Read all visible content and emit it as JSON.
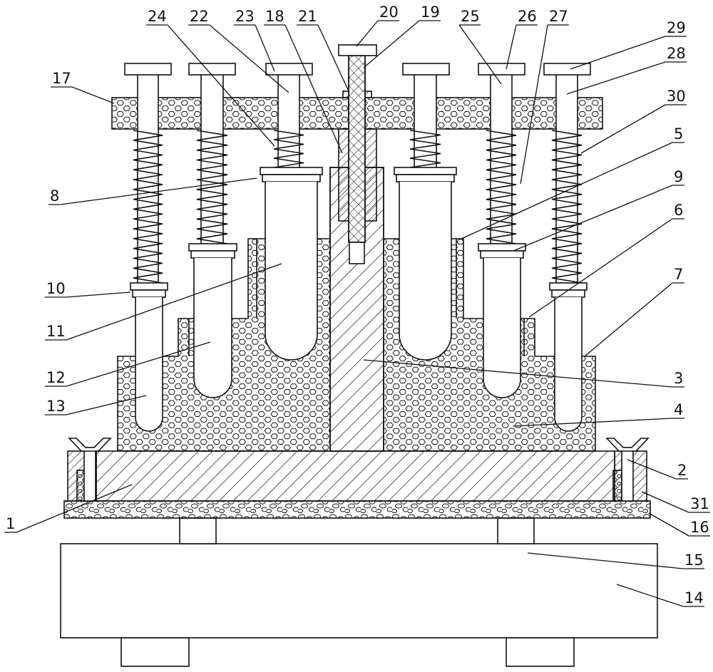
{
  "figure": {
    "type": "patent mechanical drawing",
    "line_color": "#111111",
    "background": "#ffffff"
  },
  "labels": {
    "l1": "1",
    "l2": "2",
    "l3": "3",
    "l4": "4",
    "l5": "5",
    "l6": "6",
    "l7": "7",
    "l8": "8",
    "l9": "9",
    "l10": "10",
    "l11": "11",
    "l12": "12",
    "l13": "13",
    "l14": "14",
    "l15": "15",
    "l16": "16",
    "l17": "17",
    "l18": "18",
    "l19": "19",
    "l20": "20",
    "l21": "21",
    "l22": "22",
    "l23": "23",
    "l24": "24",
    "l25": "25",
    "l26": "26",
    "l27": "27",
    "l28": "28",
    "l29": "29",
    "l30": "30",
    "l31": "31"
  }
}
